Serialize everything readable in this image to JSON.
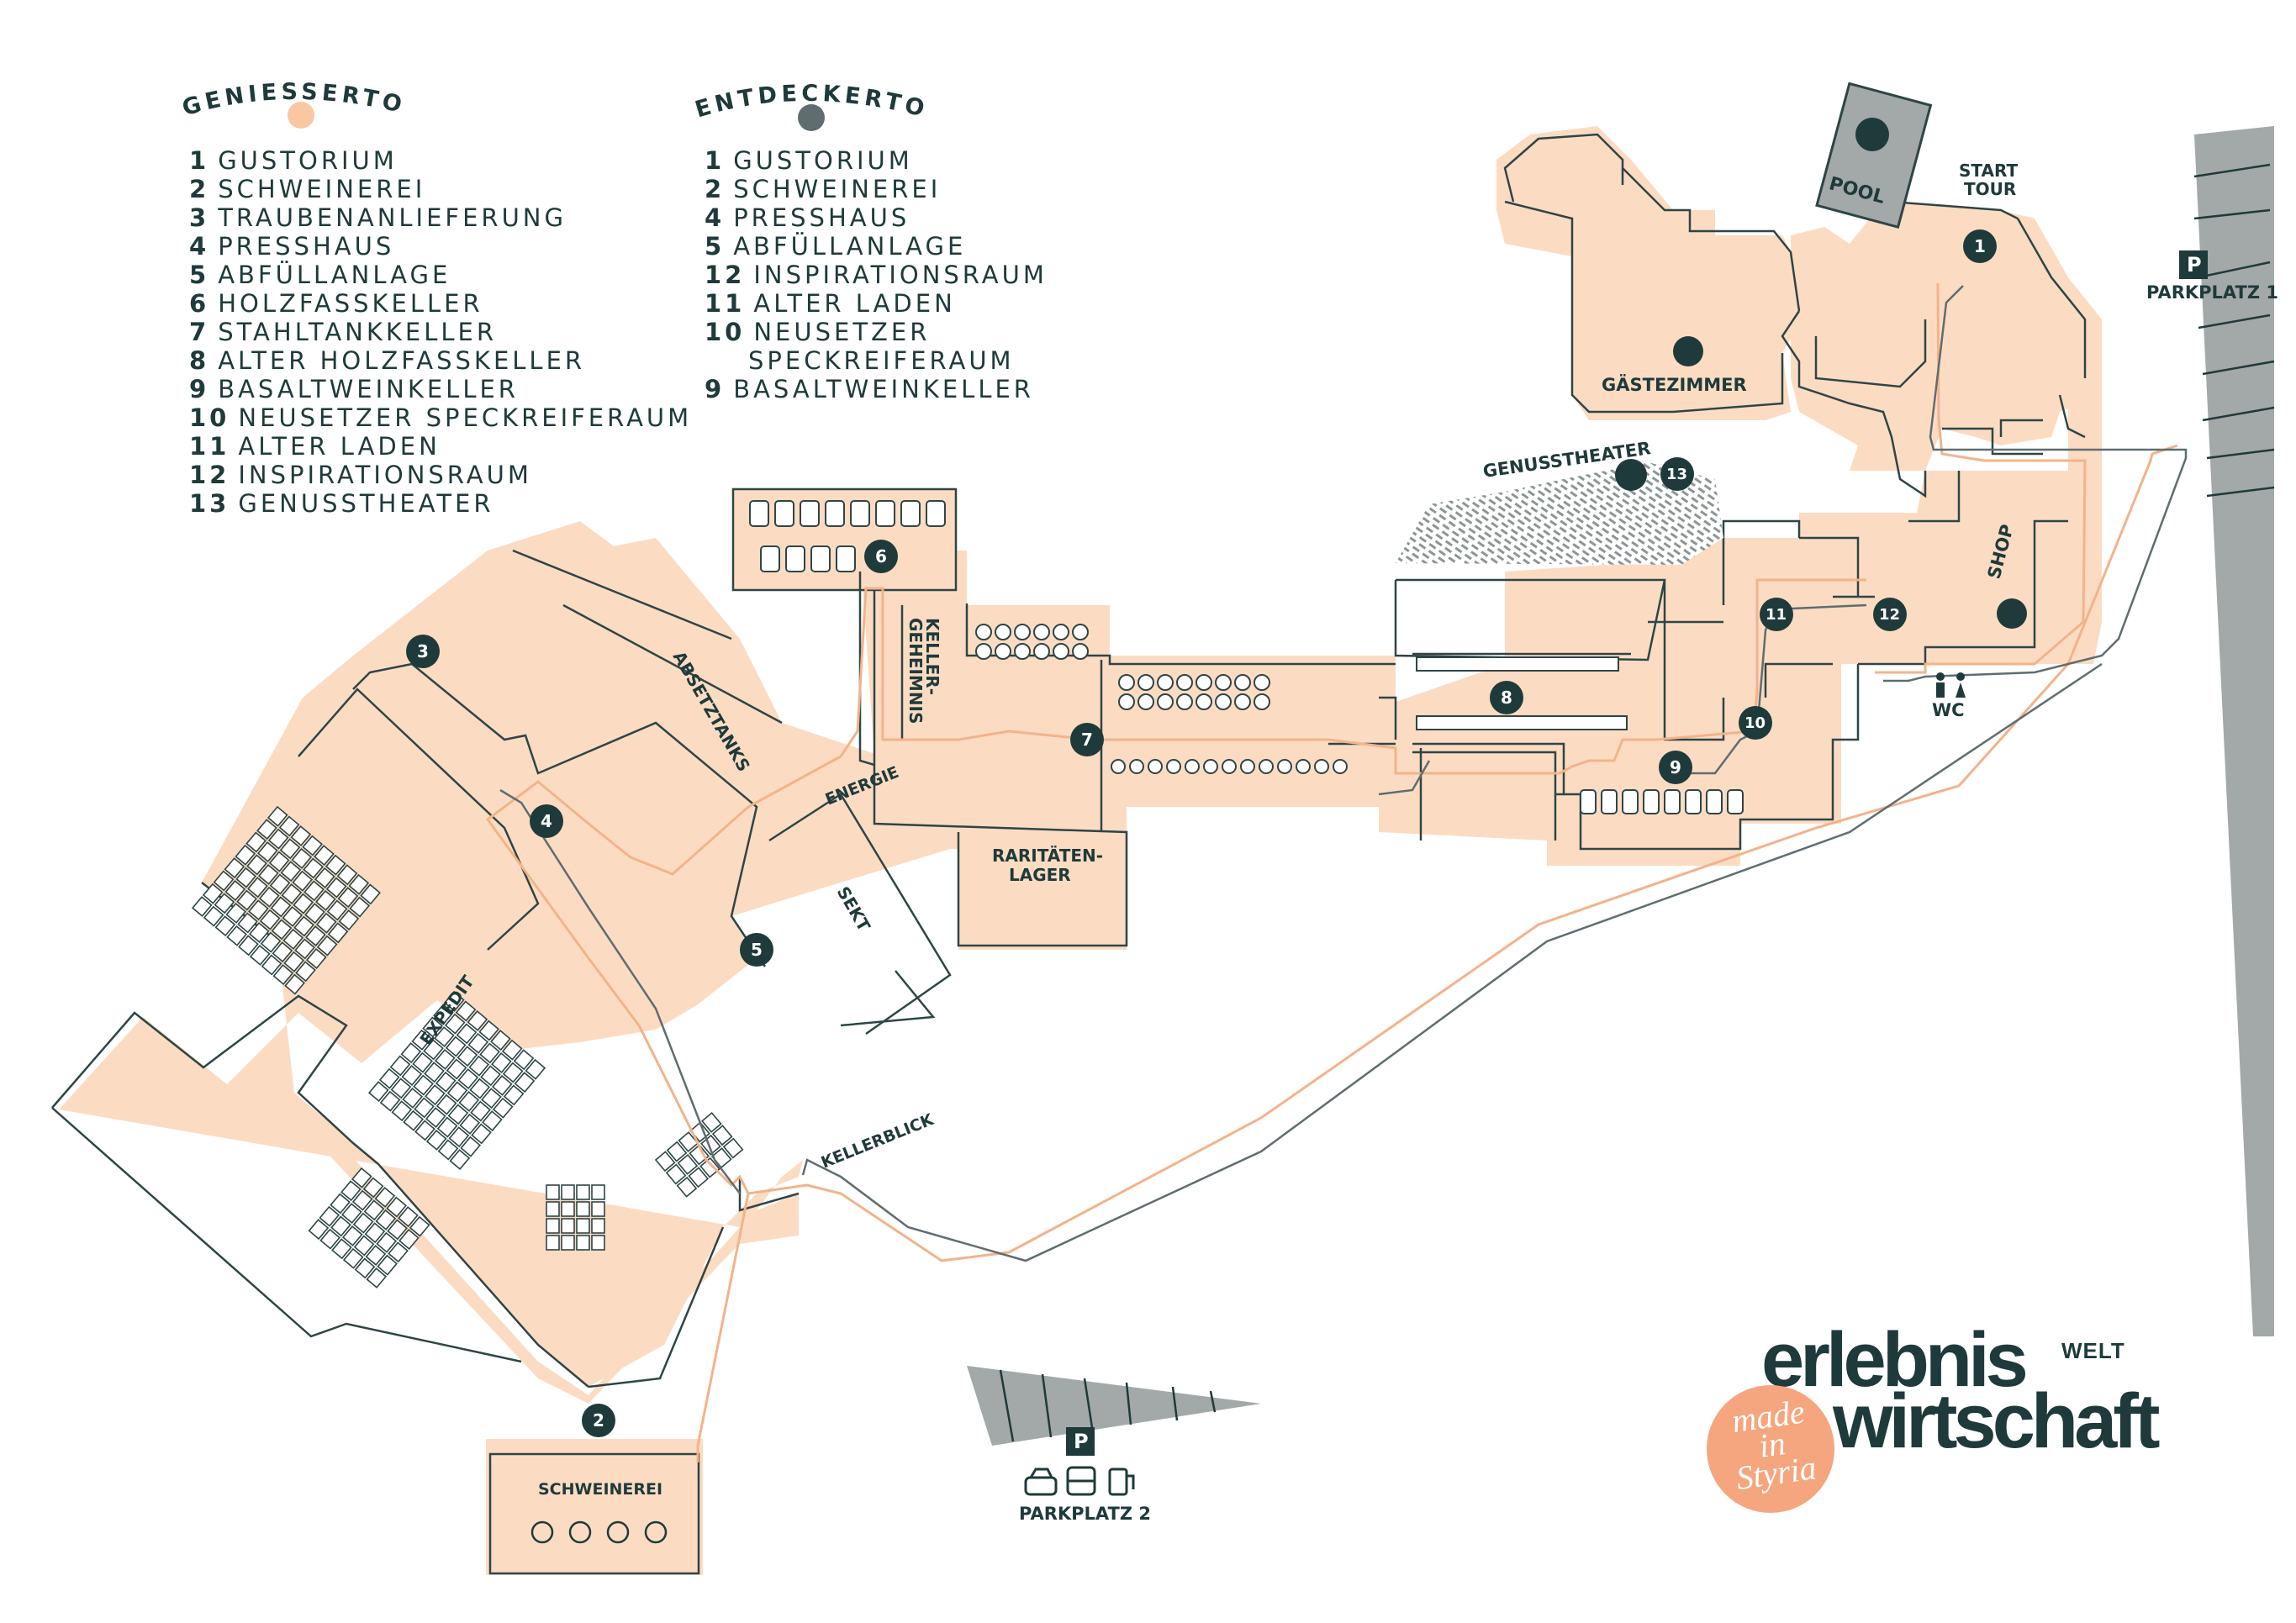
{
  "colors": {
    "building_fill": "#fbdcc3",
    "dark": "#1f3a3a",
    "outline": "#2f4545",
    "route_genuss": "#f3b38a",
    "route_entdecker": "#5f6d70",
    "parking_gray": "#a3a8a8",
    "seal": "#f5a67e"
  },
  "legend": {
    "geniesser": {
      "title": "GENIESSERTOUR",
      "items": [
        {
          "num": "1",
          "label": "GUSTORIUM"
        },
        {
          "num": "2",
          "label": "SCHWEINEREI"
        },
        {
          "num": "3",
          "label": "TRAUBENANLIEFERUNG"
        },
        {
          "num": "4",
          "label": "PRESSHAUS"
        },
        {
          "num": "5",
          "label": "ABFÜLLANLAGE"
        },
        {
          "num": "6",
          "label": "HOLZFASSKELLER"
        },
        {
          "num": "7",
          "label": "STAHLTANKKELLER"
        },
        {
          "num": "8",
          "label": "ALTER HOLZFASSKELLER"
        },
        {
          "num": "9",
          "label": "BASALTWEINKELLER"
        },
        {
          "num": "10",
          "label": "NEUSETZER SPECKREIFERAUM"
        },
        {
          "num": "11",
          "label": "ALTER LADEN"
        },
        {
          "num": "12",
          "label": "INSPIRATIONSRAUM"
        },
        {
          "num": "13",
          "label": "GENUSSTHEATER"
        }
      ]
    },
    "entdecker": {
      "title": "ENTDECKERTOUR",
      "items": [
        {
          "num": "1",
          "label": "GUSTORIUM"
        },
        {
          "num": "2",
          "label": "SCHWEINEREI"
        },
        {
          "num": "4",
          "label": "PRESSHAUS"
        },
        {
          "num": "5",
          "label": "ABFÜLLANLAGE"
        },
        {
          "num": "12",
          "label": "INSPIRATIONSRAUM"
        },
        {
          "num": "11",
          "label": "ALTER LADEN"
        },
        {
          "num": "10",
          "label": "NEUSETZER"
        },
        {
          "num": "",
          "label": "SPECKREIFERAUM"
        },
        {
          "num": "9",
          "label": "BASALTWEINKELLER"
        }
      ]
    }
  },
  "map": {
    "labels": {
      "pool": "POOL",
      "start_tour_1": "START",
      "start_tour_2": "TOUR",
      "parkplatz1": "PARKPLATZ 1",
      "parkplatz2": "PARKPLATZ 2",
      "parking_sign": "P",
      "gaestezimmer": "GÄSTEZIMMER",
      "genusstheater": "GENUSSTHEATER",
      "shop": "SHOP",
      "wc": "WC",
      "kellergeheimnis_1": "KELLER-",
      "kellergeheimnis_2": "GEHEIMNIS",
      "absetztanks": "ABSETZTANKS",
      "energie": "ENERGIE",
      "sekt": "SEKT",
      "raritaeten_1": "RARITÄTEN-",
      "raritaeten_2": "LAGER",
      "expedit": "EXPEDIT",
      "kellerblick": "KELLERBLICK",
      "schweinerei": "SCHWEINEREI"
    },
    "markers": {
      "m1": "1",
      "m2": "2",
      "m3": "3",
      "m4": "4",
      "m5": "5",
      "m6": "6",
      "m7": "7",
      "m8": "8",
      "m9": "9",
      "m10": "10",
      "m11": "11",
      "m12": "12",
      "m13": "13"
    },
    "icons": [
      "pool-icon",
      "bed-icon",
      "cutlery-icon",
      "cart-icon",
      "wc-icon",
      "car-icon",
      "bus-icon",
      "ev-charging-icon",
      "pig-icon"
    ]
  },
  "brand": {
    "line1": "erlebnis",
    "line1_sup": "WELT",
    "line2": "wirtschaft",
    "seal_1": "made",
    "seal_2": "in",
    "seal_3": "Styria"
  }
}
